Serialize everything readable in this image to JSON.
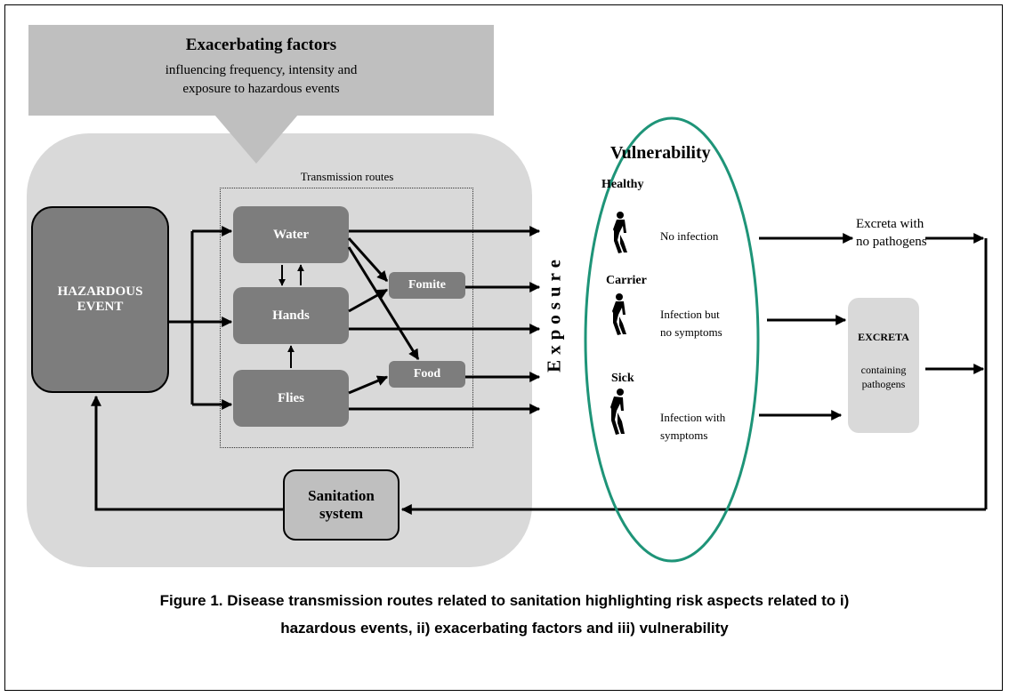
{
  "exacerbating": {
    "title": "Exacerbating factors",
    "line1": "influencing  frequency, intensity and",
    "line2": "exposure to hazardous events"
  },
  "hazard": {
    "line1": "HAZARDOUS",
    "line2": "EVENT"
  },
  "routes": {
    "title": "Transmission routes",
    "water": "Water",
    "hands": "Hands",
    "flies": "Flies",
    "fomite": "Fomite",
    "food": "Food"
  },
  "exposure": "Exposure",
  "vulnerability": {
    "title": "Vulnerability",
    "healthy": "Healthy",
    "carrier": "Carrier",
    "sick": "Sick",
    "healthy_desc": "No infection",
    "carrier_desc_1": "Infection but",
    "carrier_desc_2": "no symptoms",
    "sick_desc_1": "Infection with",
    "sick_desc_2": "symptoms"
  },
  "excreta_clean": {
    "line1": "Excreta with",
    "line2": "no pathogens"
  },
  "excreta": {
    "title": "EXCRETA",
    "line1": "containing",
    "line2": "pathogens"
  },
  "sanitation": {
    "line1": "Sanitation",
    "line2": "system"
  },
  "caption": {
    "line1": "Figure 1. Disease transmission routes related to sanitation highlighting risk aspects related to i)",
    "line2": "hazardous events, ii) exacerbating factors and iii) vulnerability"
  },
  "colors": {
    "box": "#7d7d7d",
    "panel": "#d9d9d9",
    "banner": "#bfbfbf",
    "ellipse": "#1e9478",
    "excreta": "#d9d9d9"
  }
}
